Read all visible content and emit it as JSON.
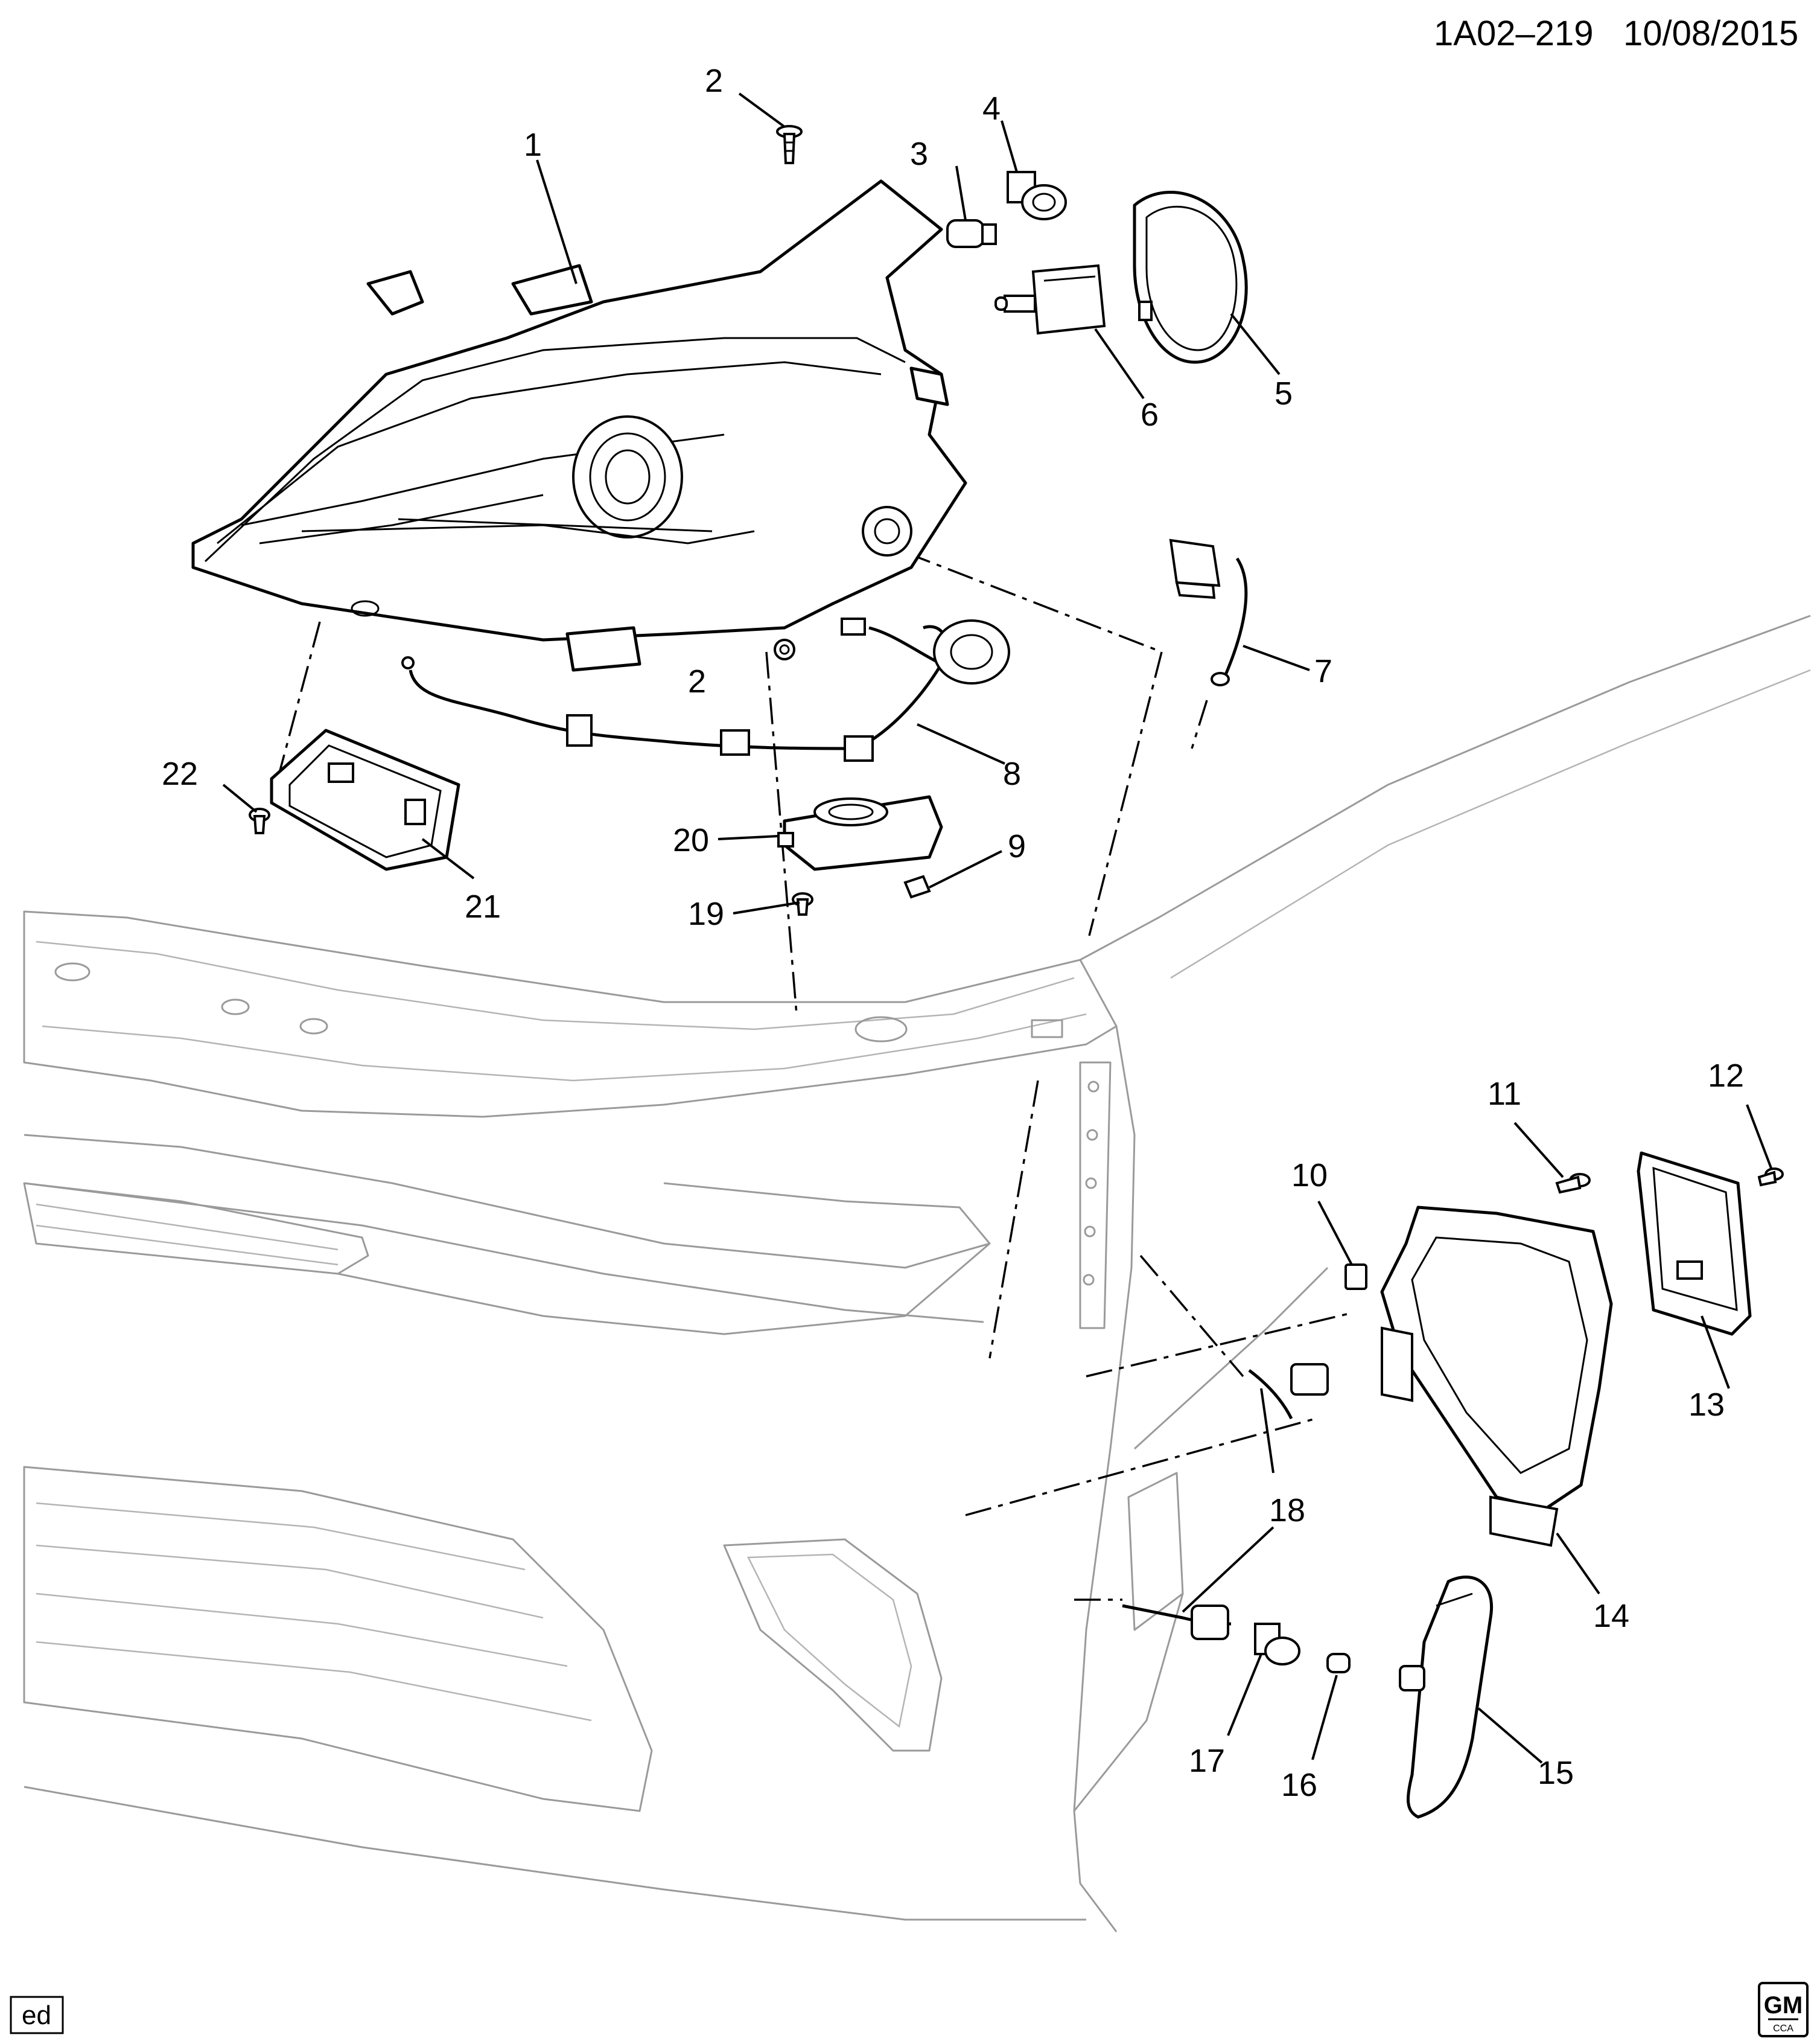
{
  "header": {
    "ref": "1A02–219",
    "date": "10/08/2015"
  },
  "corner_tag": "ed",
  "logo": {
    "text": "GM",
    "sub": "CCA"
  },
  "callouts": [
    {
      "id": "c1",
      "label": "1"
    },
    {
      "id": "c2a",
      "label": "2"
    },
    {
      "id": "c2b",
      "label": "2"
    },
    {
      "id": "c3",
      "label": "3"
    },
    {
      "id": "c4",
      "label": "4"
    },
    {
      "id": "c5",
      "label": "5"
    },
    {
      "id": "c6",
      "label": "6"
    },
    {
      "id": "c7",
      "label": "7"
    },
    {
      "id": "c8",
      "label": "8"
    },
    {
      "id": "c9",
      "label": "9"
    },
    {
      "id": "c10",
      "label": "10"
    },
    {
      "id": "c11",
      "label": "11"
    },
    {
      "id": "c12",
      "label": "12"
    },
    {
      "id": "c13",
      "label": "13"
    },
    {
      "id": "c14",
      "label": "14"
    },
    {
      "id": "c15",
      "label": "15"
    },
    {
      "id": "c16",
      "label": "16"
    },
    {
      "id": "c17",
      "label": "17"
    },
    {
      "id": "c18",
      "label": "18"
    },
    {
      "id": "c19",
      "label": "19"
    },
    {
      "id": "c20",
      "label": "20"
    },
    {
      "id": "c21",
      "label": "21"
    },
    {
      "id": "c22",
      "label": "22"
    }
  ]
}
